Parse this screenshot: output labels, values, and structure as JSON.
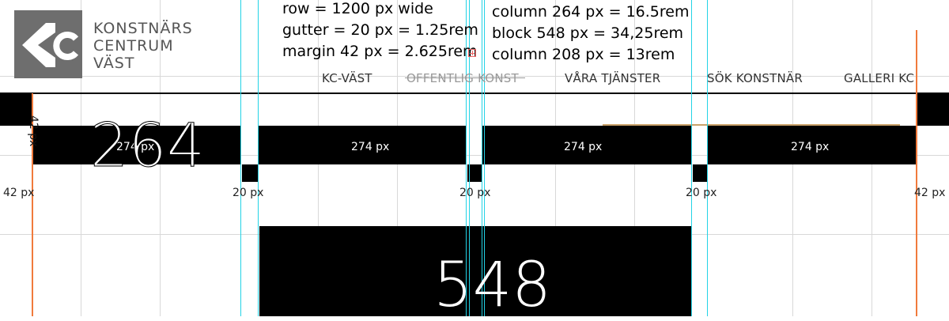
{
  "brand": {
    "logo_mark": "KC",
    "lines": [
      "KONSTNÄRS",
      "CENTRUM",
      "VÄST"
    ],
    "logo_color": "#6e6e6e"
  },
  "specs": {
    "row": "row = 1200 px wide",
    "gutter": "gutter = 20 px = 1.25rem",
    "margin": "margin 42 px = 2.625rem",
    "column_264": "column 264 px =  16.5rem",
    "block_548": "block 548 px = 34,25rem",
    "column_208": "column 208 px =     13rem"
  },
  "nav": {
    "items": [
      "KC-VÄST",
      "OFFENTLIG KONST",
      "VÅRA TJÄNSTER",
      "SÖK KONSTNÄR",
      "GALLERI KC"
    ]
  },
  "columns": {
    "label": "274 px",
    "overlay_label": "274 px",
    "big_264": "264"
  },
  "dims": {
    "margin_left": "42 px",
    "margin_right": "42 px",
    "gutter": "20 px",
    "header_height": "42 px"
  },
  "block": {
    "big_548": "548"
  },
  "colors": {
    "guide": "#22d3e6",
    "margin_line": "#f07a3c",
    "accent_line": "#c9a26a"
  }
}
